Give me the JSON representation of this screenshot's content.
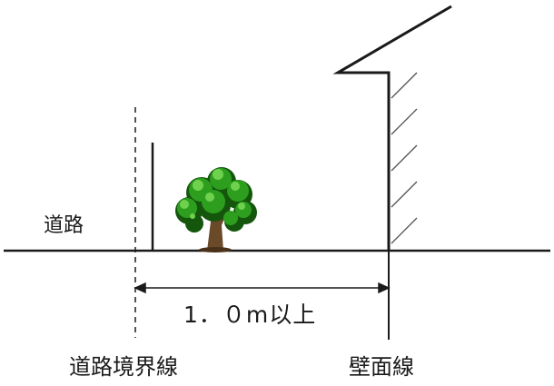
{
  "labels": {
    "road": "道路",
    "road_boundary_line": "道路境界線",
    "wall_line": "壁面線",
    "setback_distance": "1．０m以上"
  },
  "colors": {
    "line": "#1a1a1a",
    "foliage": "#2e9e1f",
    "foliage_dark": "#13560c",
    "foliage_light": "#6fd24e",
    "trunk": "#6b4a2a"
  },
  "icons": {
    "tree": "tree-icon",
    "building": "building-outline-icon"
  }
}
